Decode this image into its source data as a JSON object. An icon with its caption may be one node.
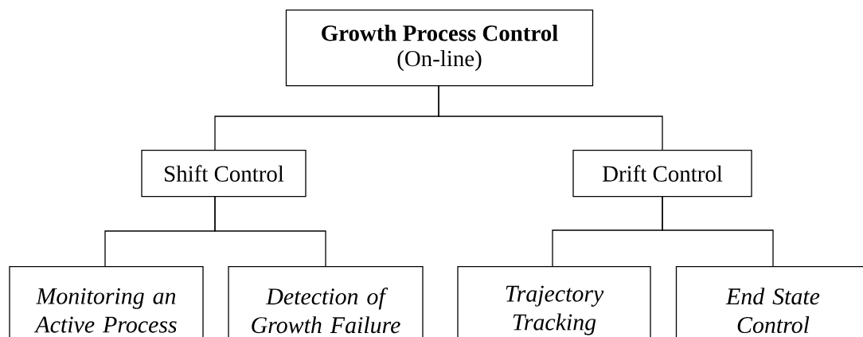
{
  "diagram": {
    "nodes": [
      {
        "text": [
          "Growth Process Control",
          "(On-line)"
        ]
      },
      {
        "text": [
          "Shift Control"
        ]
      },
      {
        "text": [
          "Drift Control"
        ]
      },
      {
        "text": [
          "Monitoring an Active Process"
        ]
      },
      {
        "text": [
          "Detection of Growth Failure"
        ]
      },
      {
        "text": [
          "Trajectory Tracking"
        ]
      },
      {
        "text": [
          "End State Control"
        ]
      }
    ],
    "edges": [
      {
        "from": 0,
        "to": 1,
        "arrow": "none"
      },
      {
        "from": 0,
        "to": 2,
        "arrow": "none"
      },
      {
        "from": 1,
        "to": 3,
        "arrow": "none"
      },
      {
        "from": 1,
        "to": 4,
        "arrow": "none"
      },
      {
        "from": 2,
        "to": 5,
        "arrow": "none"
      },
      {
        "from": 2,
        "to": 6,
        "arrow": "none"
      }
    ]
  }
}
